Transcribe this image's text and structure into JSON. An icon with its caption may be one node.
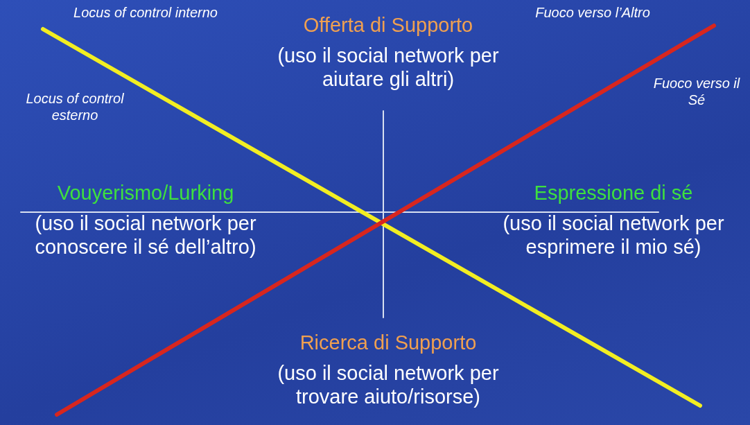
{
  "diagram": {
    "nodes": [
      {
        "text": [
          "Offerta di Supporto",
          "(uso il social network per aiutare gli altri)"
        ]
      },
      {
        "text": [
          "Vouyerismo/Lurking",
          "(uso il social network per conoscere il sé dell’altro)"
        ]
      },
      {
        "text": [
          "Espressione di sé",
          "(uso il social network per esprimere il mio sé)"
        ]
      },
      {
        "text": [
          "Ricerca di Supporto",
          "(uso il social network per trovare aiuto/risorse)"
        ]
      }
    ],
    "edges": [],
    "labels": [
      "Locus of control interno",
      "Fuoco verso l’Altro",
      "Fuoco verso il Sé",
      "Locus of control esterno"
    ]
  }
}
